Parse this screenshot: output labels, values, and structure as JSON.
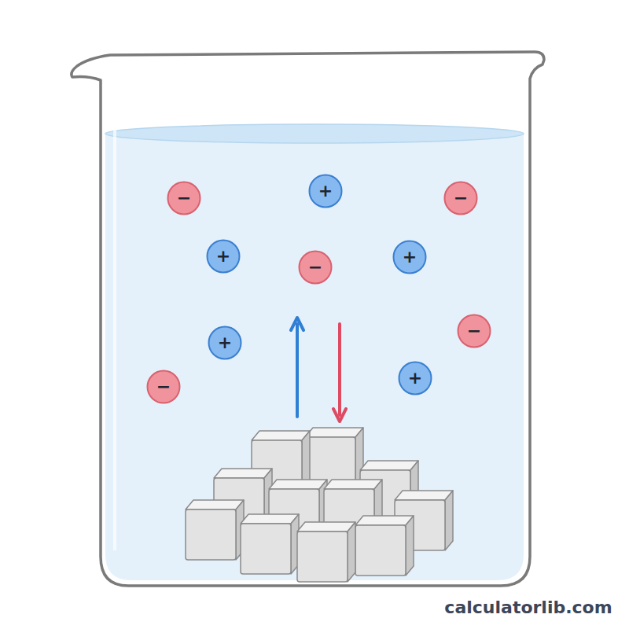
{
  "diagram": {
    "nodes": [
      {
        "text": [
          "−"
        ]
      },
      {
        "text": [
          "+"
        ]
      },
      {
        "text": [
          "−"
        ]
      },
      {
        "text": [
          "+"
        ]
      },
      {
        "text": [
          "−"
        ]
      },
      {
        "text": [
          "+"
        ]
      },
      {
        "text": [
          "−"
        ]
      },
      {
        "text": [
          "+"
        ]
      },
      {
        "text": [
          "−"
        ]
      },
      {
        "text": [
          "+"
        ]
      }
    ],
    "labels": [
      "calculatorlib.com"
    ]
  }
}
